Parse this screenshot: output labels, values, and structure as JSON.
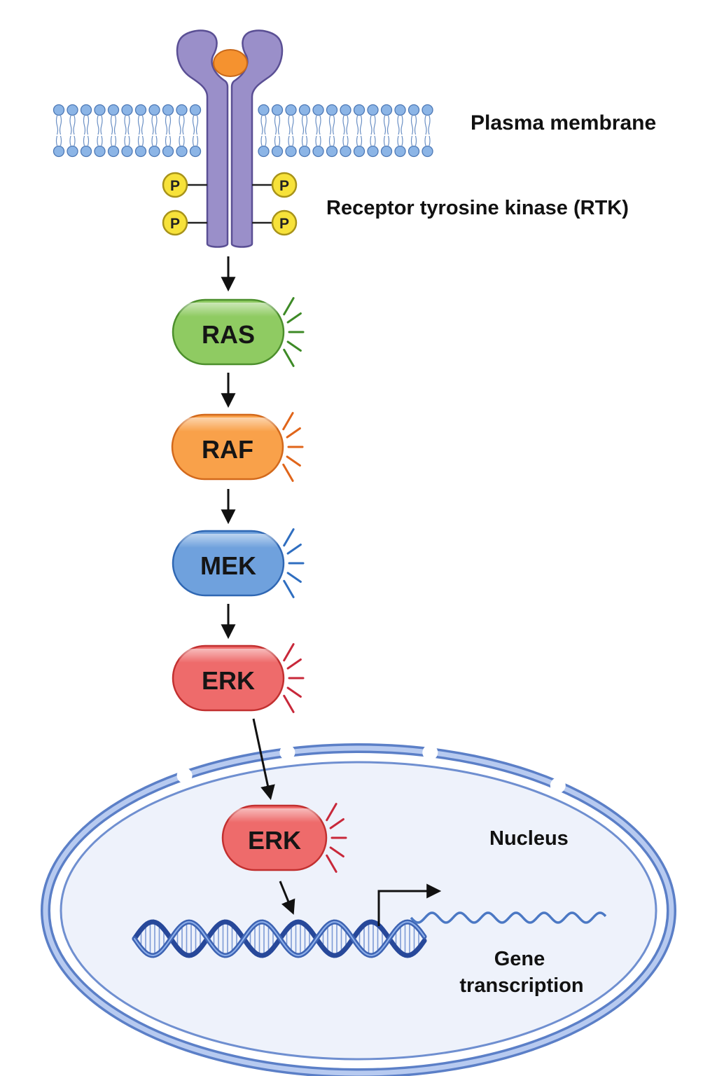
{
  "labels": {
    "plasma_membrane": "Plasma membrane",
    "receptor": "Receptor tyrosine kinase (RTK)",
    "nucleus": "Nucleus",
    "gene_line1": "Gene",
    "gene_line2": "transcription"
  },
  "phospho_label": "P",
  "nodes": {
    "ras": {
      "label": "RAS",
      "fill": "#8fcb62",
      "stroke": "#4c8f2c",
      "ray": "#3d8a26"
    },
    "raf": {
      "label": "RAF",
      "fill": "#f9a14a",
      "stroke": "#d2691c",
      "ray": "#e0651a"
    },
    "mek": {
      "label": "MEK",
      "fill": "#6fa1dd",
      "stroke": "#2f67b3",
      "ray": "#2f6ec0"
    },
    "erk": {
      "label": "ERK",
      "fill": "#ee6b6b",
      "stroke": "#c23030",
      "ray": "#c8283a"
    },
    "erk_nuclear": {
      "label": "ERK",
      "fill": "#ee6b6b",
      "stroke": "#c23030",
      "ray": "#c8283a"
    }
  },
  "colors": {
    "receptor": "#9a8fc9",
    "receptor_stroke": "#5a4f94",
    "ligand": "#f5922f",
    "phosphate": "#f7e23a",
    "membrane_head": "#8cb5e6",
    "nucleus_fill": "#eef2fb",
    "nucleus_stroke": "#5b7fc7",
    "dna": "#3d63b3",
    "mrna": "#4b78c4"
  }
}
